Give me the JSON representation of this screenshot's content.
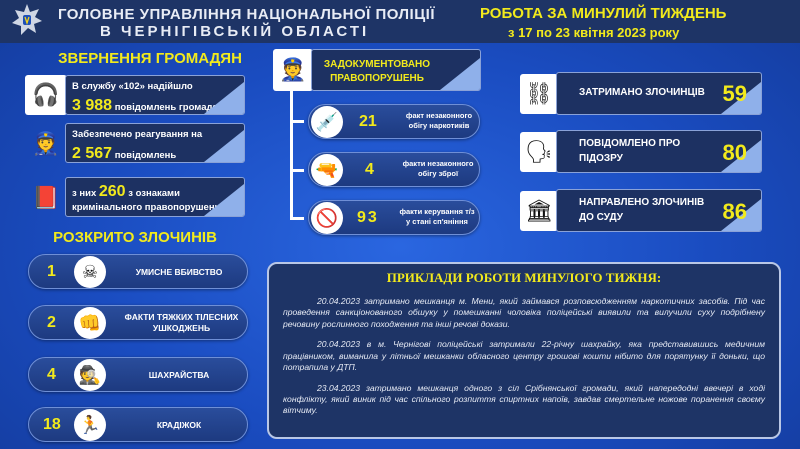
{
  "header": {
    "title_line1": "ГОЛОВНЕ УПРАВЛІННЯ НАЦІОНАЛЬНОЇ ПОЛІЦІЇ",
    "title_line2": "В ЧЕРНІГІВСЬКІЙ ОБЛАСТІ",
    "report_title": "РОБОТА ЗА МИНУЛИЙ ТИЖДЕНЬ",
    "report_period": "з 17 по 23 квітня 2023 року"
  },
  "appeals": {
    "heading": "ЗВЕРНЕННЯ ГРОМАДЯН",
    "items": [
      {
        "pre": "В службу «102» надійшло",
        "value": "3 988",
        "post": "повідомлень громадян"
      },
      {
        "pre": "Забезпечено реагування на",
        "value": "2 567",
        "post": "повідомлень"
      },
      {
        "pre": "з них",
        "value": "260",
        "post": "з ознаками",
        "line2": "кримінального правопорушення"
      }
    ]
  },
  "solved": {
    "heading": "РОЗКРИТО ЗЛОЧИНІВ",
    "items": [
      {
        "value": "1",
        "label": "УМИСНЕ ВБИВСТВО"
      },
      {
        "value": "2",
        "label": "ФАКТИ ТЯЖКИХ ТІЛЕСНИХ УШКОДЖЕНЬ"
      },
      {
        "value": "4",
        "label": "ШАХРАЙСТВА"
      },
      {
        "value": "18",
        "label": "КРАДІЖОК"
      }
    ]
  },
  "documented": {
    "heading_line1": "ЗАДОКУМЕНТОВАНО",
    "heading_line2": "ПРАВОПОРУШЕНЬ",
    "items": [
      {
        "value": "21",
        "line1": "факт незаконного",
        "line2": "обігу наркотиків"
      },
      {
        "value": "4",
        "line1": "факти незаконного",
        "line2": "обігу зброї"
      },
      {
        "value": "93",
        "line1": "факти керування т/з",
        "line2": "у стані сп'яніння"
      }
    ]
  },
  "results": [
    {
      "line1": "ЗАТРИМАНО ЗЛОЧИНЦІВ",
      "line2": "",
      "value": "59"
    },
    {
      "line1": "ПОВІДОМЛЕНО ПРО",
      "line2": "ПІДОЗРУ",
      "value": "80"
    },
    {
      "line1": "НАПРАВЛЕНО ЗЛОЧИНІВ",
      "line2": "ДО СУДУ",
      "value": "86"
    }
  ],
  "examples": {
    "title": "ПРИКЛАДИ РОБОТИ МИНУЛОГО ТИЖНЯ:",
    "paragraphs": [
      "20.04.2023 затримано мешканця м. Мени, який займався розповсюдженням наркотичних засобів. Під час проведення санкціонованого обшуку у помешканні чоловіка поліцейські виявили та вилучили суху подрібнену речовину рослинного походження та інші речові докази.",
      "20.04.2023 в м. Чернігові поліцейські затримали 22-річну шахрайку, яка представившись медичним працівником, виманила у літньої мешканки обласного центру грошові кошти нібито для порятунку її доньки, що потрапила у ДТП.",
      "23.04.2023 затримано мешканця одного з сіл Срібнянської громади, який напередодні ввечері в ході конфлікту, який виник під час спільного розпиття спиртних напоїв, завдав смертельне ножове поранення своєму вітчиму."
    ]
  },
  "colors": {
    "accent": "#f2ea1c",
    "navy": "#1e3466",
    "background": "#1a4cc0"
  }
}
